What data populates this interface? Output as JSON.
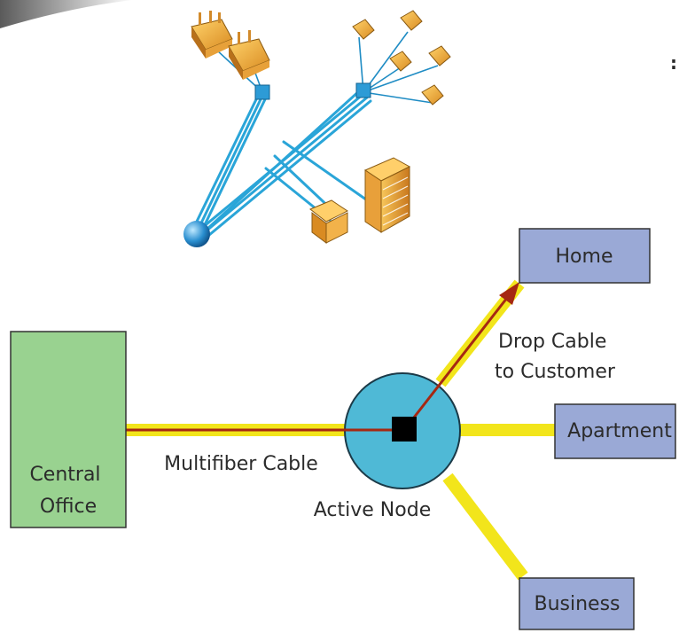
{
  "nodes": {
    "central_office": {
      "line1": "Central",
      "line2": "Office"
    },
    "home": "Home",
    "apartment": "Apartment",
    "business": "Business",
    "active_node": "Active Node"
  },
  "cables": {
    "multifiber": "Multifiber Cable",
    "drop_line1": "Drop Cable",
    "drop_line2": "to Customer"
  },
  "stray_mark": ":",
  "colors": {
    "central_office_fill": "#99d290",
    "customer_box_fill": "#9aa9d6",
    "node_fill": "#4fb9d6",
    "cable_yellow": "#f2e51b",
    "cable_red": "#a62812",
    "illustration_fiber": "#2aa5d8"
  },
  "icons": {
    "corner_swoosh": "gray-swoosh-decoration",
    "illustration": "fiber-network-buildings-illustration"
  }
}
